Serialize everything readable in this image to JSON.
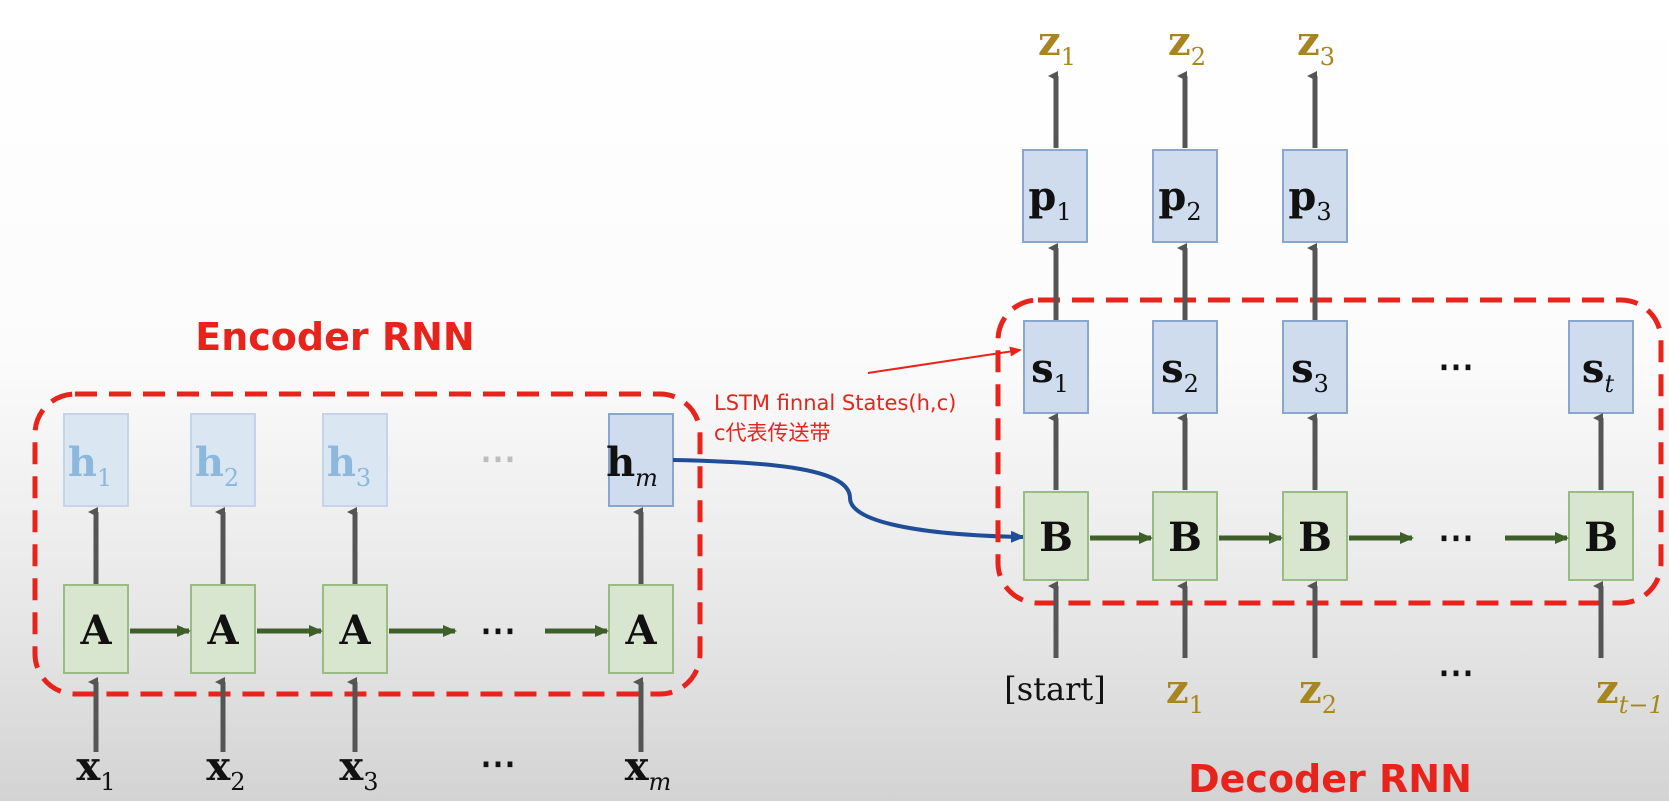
{
  "encoder": {
    "title": "Encoder RNN",
    "hidden": [
      {
        "base": "h",
        "sub": "1"
      },
      {
        "base": "h",
        "sub": "2"
      },
      {
        "base": "h",
        "sub": "3"
      },
      {
        "base": "h",
        "sub": "m"
      }
    ],
    "cell_label": "A",
    "inputs": [
      {
        "base": "x",
        "sub": "1"
      },
      {
        "base": "x",
        "sub": "2"
      },
      {
        "base": "x",
        "sub": "3"
      },
      {
        "base": "x",
        "sub": "m"
      }
    ],
    "ellipsis": "⋯"
  },
  "decoder": {
    "title": "Decoder RNN",
    "outputs": [
      {
        "base": "z",
        "sub": "1"
      },
      {
        "base": "z",
        "sub": "2"
      },
      {
        "base": "z",
        "sub": "3"
      }
    ],
    "probs": [
      {
        "base": "p",
        "sub": "1"
      },
      {
        "base": "p",
        "sub": "2"
      },
      {
        "base": "p",
        "sub": "3"
      }
    ],
    "states": [
      {
        "base": "s",
        "sub": "1"
      },
      {
        "base": "s",
        "sub": "2"
      },
      {
        "base": "s",
        "sub": "3"
      },
      {
        "base": "s",
        "sub": "t"
      }
    ],
    "cell_label": "B",
    "inputs": [
      {
        "base": "[start]",
        "sub": ""
      },
      {
        "base": "z",
        "sub": "1"
      },
      {
        "base": "z",
        "sub": "2"
      },
      {
        "base": "z",
        "sub": "t−1"
      }
    ],
    "ellipsis": "⋯"
  },
  "annotation": {
    "line1": "LSTM finnal States(h,c)",
    "line2": "c代表传送带"
  },
  "colors": {
    "dashed_border": "#e8231c",
    "cell_fill": "#d9e6cf",
    "state_fill": "#cfdcee",
    "arrow": "#555555",
    "green_arrow": "#3e5e2a",
    "blue_curve": "#1f4e96",
    "output_gold": "#a8861e"
  }
}
